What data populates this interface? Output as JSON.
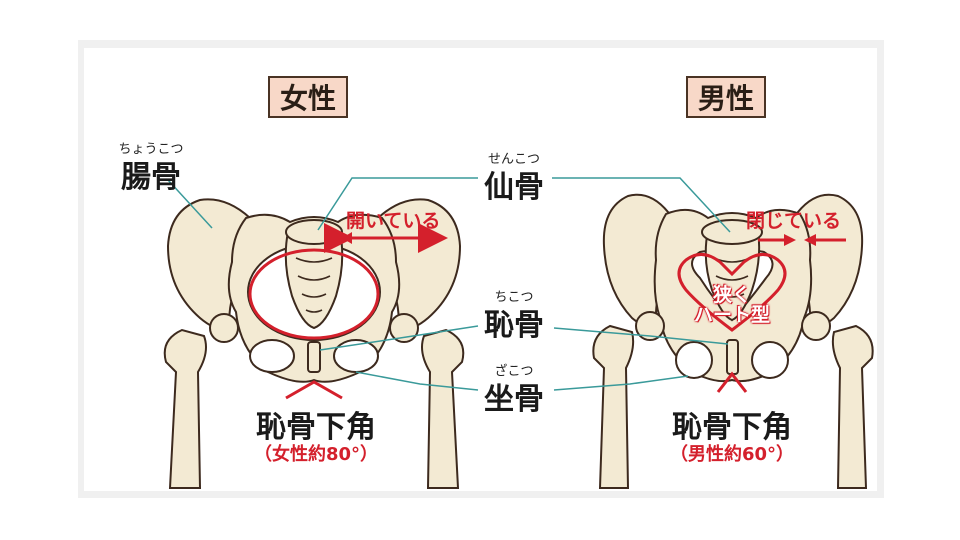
{
  "labels": {
    "female": "女性",
    "male": "男性"
  },
  "terms": {
    "ilium": {
      "ruby": "ちょうこつ",
      "text": "腸骨"
    },
    "sacrum": {
      "ruby": "せんこつ",
      "text": "仙骨"
    },
    "pubis": {
      "ruby": "ちこつ",
      "text": "恥骨"
    },
    "ischium": {
      "ruby": "ざこつ",
      "text": "坐骨"
    }
  },
  "female": {
    "note": "開いている",
    "angle_title": "恥骨下角",
    "angle_sub": "（女性約80°）"
  },
  "male": {
    "note": "閉じている",
    "heart_line1": "狭く",
    "heart_line2": "ハート型",
    "angle_title": "恥骨下角",
    "angle_sub": "（男性約60°）"
  },
  "colors": {
    "bone": "#f3ead3",
    "bone_outline": "#3d2a1e",
    "accent_red": "#d4202c",
    "leader_teal": "#3a9a9a",
    "label_fill": "#f8d8c8"
  }
}
